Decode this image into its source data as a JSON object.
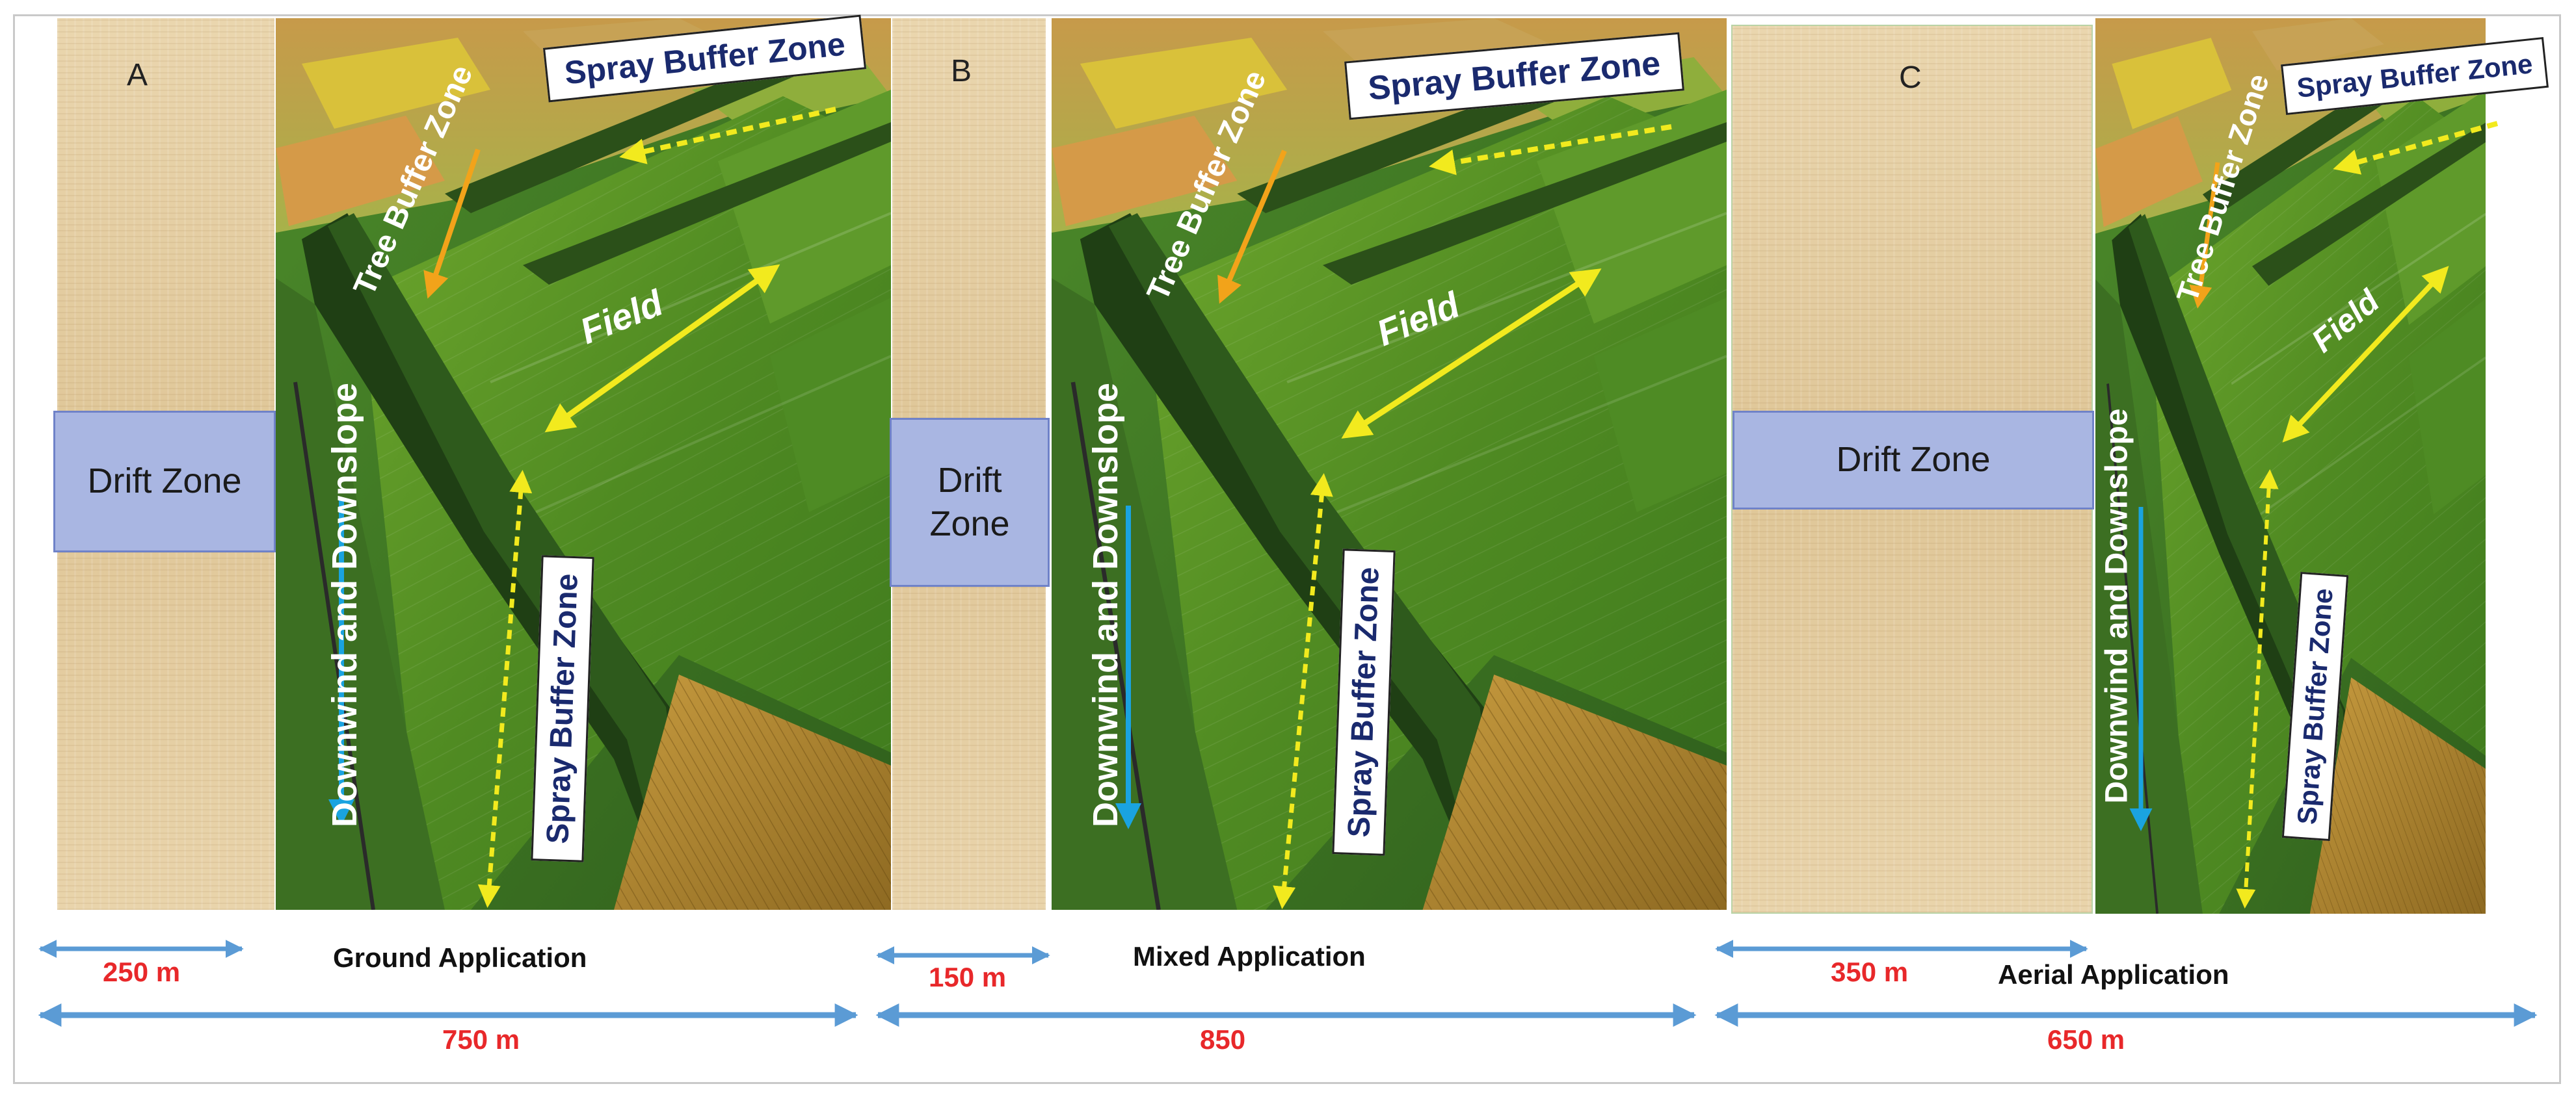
{
  "panels": [
    {
      "id": "A",
      "letter": "A",
      "drift_zone": "Drift Zone",
      "application": "Ground Application",
      "drift_width": "250 m",
      "total_width": "750 m"
    },
    {
      "id": "B",
      "letter": "B",
      "drift_zone": "Drift Zone",
      "application": "Mixed Application",
      "drift_width": "150 m",
      "total_width": "850"
    },
    {
      "id": "C",
      "letter": "C",
      "drift_zone": "Drift Zone",
      "application": "Aerial Application",
      "drift_width": "350 m",
      "total_width": "650 m"
    }
  ],
  "field_labels": {
    "spray_buffer_top": "Spray Buffer Zone",
    "tree_buffer": "Tree Buffer Zone",
    "field": "Field",
    "downwind": "Downwind and Downslope",
    "spray_buffer_side": "Spray Buffer Zone"
  },
  "colors": {
    "dimension_arrow": "#5b9bd5",
    "dimension_text": "#e8282a",
    "drift_zone_fill": "#a9b6e2",
    "downwind_arrow": "#1aa3e0",
    "field_arrow": "#f2ea1e",
    "tree_arrow": "#f2a31a",
    "label_box_text": "#1a2a6e"
  }
}
